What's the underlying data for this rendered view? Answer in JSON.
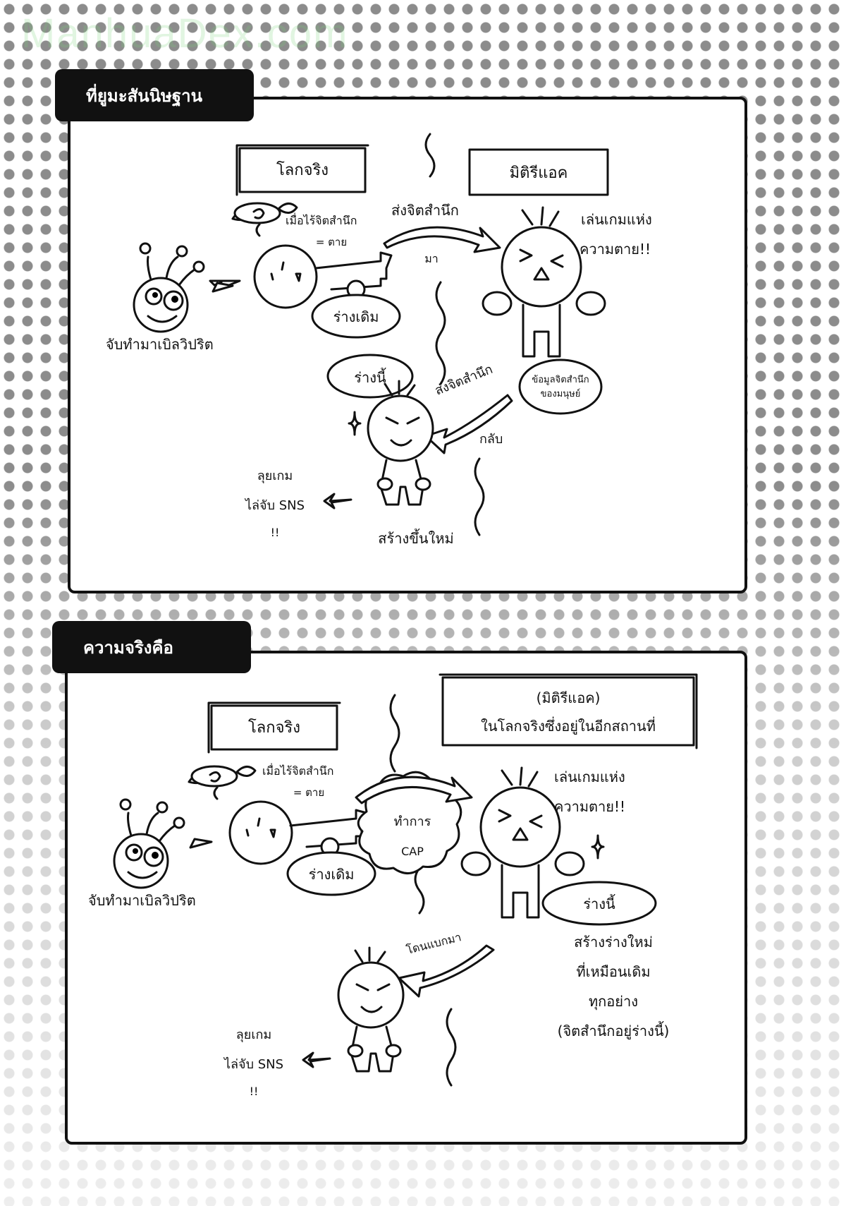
{
  "watermark": "ManhuaDex.com",
  "panel1": {
    "title": "ที่ยูมะสันนิษฐาน",
    "box_real": "โลกจริง",
    "box_mystery": "มิติรีแอค",
    "dead_note": "เมื่อไร้จิตสำนึก",
    "dead_eq": "= ตาย",
    "send_top": "ส่งจิตสำนึก",
    "send_top2": "มา",
    "play_line1": "เล่นเกมแห่ง",
    "play_line2": "ความตาย!!",
    "orig_body": "ร่างเดิม",
    "catch": "จับทำมาเบิลวิปริต",
    "this_body": "ร่างนี้",
    "data_line1": "ข้อมูลจิตสำนึก",
    "data_line2": "ของมนุษย์",
    "send_back": "ส่งจิตสำนึก",
    "send_back2": "กลับ",
    "hunt1": "ลุยเกม",
    "hunt2": "ไล่จับ SNS",
    "hunt3": "!!",
    "new_body": "สร้างขึ้นใหม่"
  },
  "panel2": {
    "title": "ความจริงคือ",
    "box_real": "โลกจริง",
    "box_mystery1": "(มิติรีแอค)",
    "box_mystery2": "ในโลกจริงซึ่งอยู่ในอีกสถานที่",
    "dead_note": "เมื่อไร้จิตสำนึก",
    "dead_eq": "= ตาย",
    "cap1": "ทำการ",
    "cap2": "CAP",
    "play_line1": "เล่นเกมแห่ง",
    "play_line2": "ความตาย!!",
    "orig_body": "ร่างเดิม",
    "catch": "จับทำมาเบิลวิปริต",
    "this_body": "ร่างนี้",
    "new1": "สร้างร่างใหม่",
    "new2": "ที่เหมือนเดิม",
    "new3": "ทุกอย่าง",
    "new4": "(จิตสำนึกอยู่ร่างนี้)",
    "dropped": "โดนแบกมา",
    "hunt1": "ลุยเกม",
    "hunt2": "ไล่จับ SNS",
    "hunt3": "!!"
  }
}
